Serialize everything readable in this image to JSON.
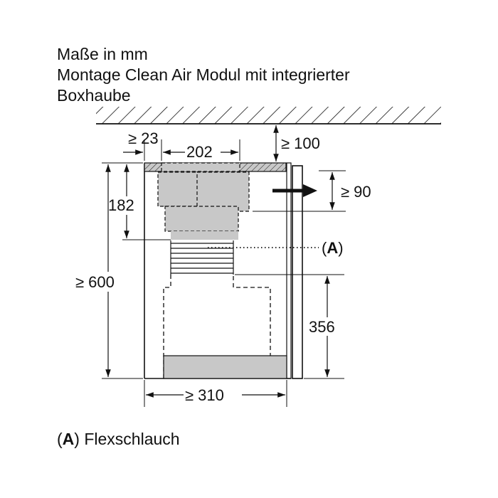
{
  "header": {
    "units": "Maße in mm",
    "title_line1": "Montage Clean Air Modul mit integrierter",
    "title_line2": "Boxhaube"
  },
  "dimensions": {
    "min_side_gap": "≥ 23",
    "module_width": "202",
    "min_ceiling_gap": "≥ 100",
    "min_outlet_height": "≥ 90",
    "module_height": "182",
    "min_cabinet_height": "≥ 600",
    "hood_height": "356",
    "min_cabinet_width": "≥ 310"
  },
  "callout": {
    "letter": "A",
    "open": "(",
    "close": ")"
  },
  "legend": {
    "letter": "A",
    "open": "(",
    "close": ")",
    "text": " Flexschlauch"
  },
  "colors": {
    "line": "#111111",
    "fill_gray": "#c8c8c8",
    "hatch_fill": "#c8c8c8"
  }
}
